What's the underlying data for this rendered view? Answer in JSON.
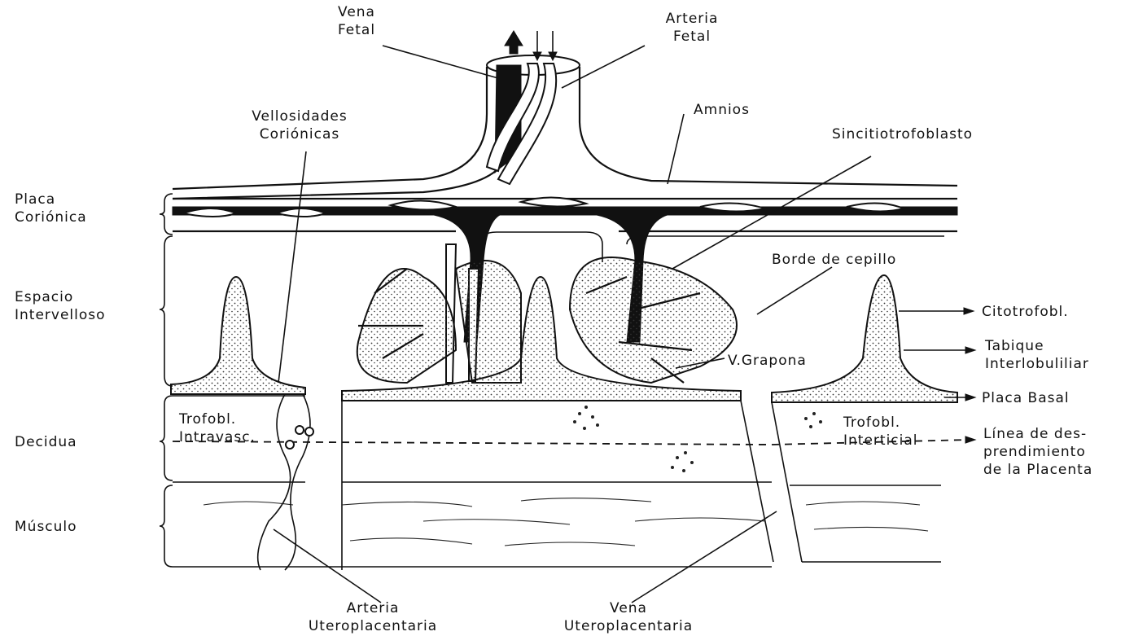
{
  "labels": {
    "vena_fetal": [
      "Vena",
      "Fetal"
    ],
    "arteria_fetal": [
      "Arteria",
      "Fetal"
    ],
    "vellosidades": [
      "Vellosidades",
      "Coriónicas"
    ],
    "amnios": "Amnios",
    "sinciciotrofoblasto": "Sincitiotrofoblasto",
    "placa_corionica": [
      "Placa",
      "Coriónica"
    ],
    "espacio_intervelloso": [
      "Espacio",
      "Intervelloso"
    ],
    "borde_cepillo": "Borde de cepillo",
    "citotrofobl": "Citotrofobl.",
    "tabique": [
      "Tabique",
      "Interlobuliliar"
    ],
    "v_grapona": "V.Grapona",
    "placa_basal": "Placa Basal",
    "decidua": "Decidua",
    "trofobl_intravasc": [
      "Trofobl.",
      "Intravasc."
    ],
    "trofobl_intersticial": [
      "Trofobl.",
      "Interticial"
    ],
    "linea_desprendimiento": [
      "Línea de des-",
      "prendimiento",
      "de la Placenta"
    ],
    "musculo": "Músculo",
    "arteria_uteroplacentaria": [
      "Arteria",
      "Uteroplacentaria"
    ],
    "vena_uteroplacentaria": [
      "Vena",
      "Uteroplacentaria"
    ]
  }
}
